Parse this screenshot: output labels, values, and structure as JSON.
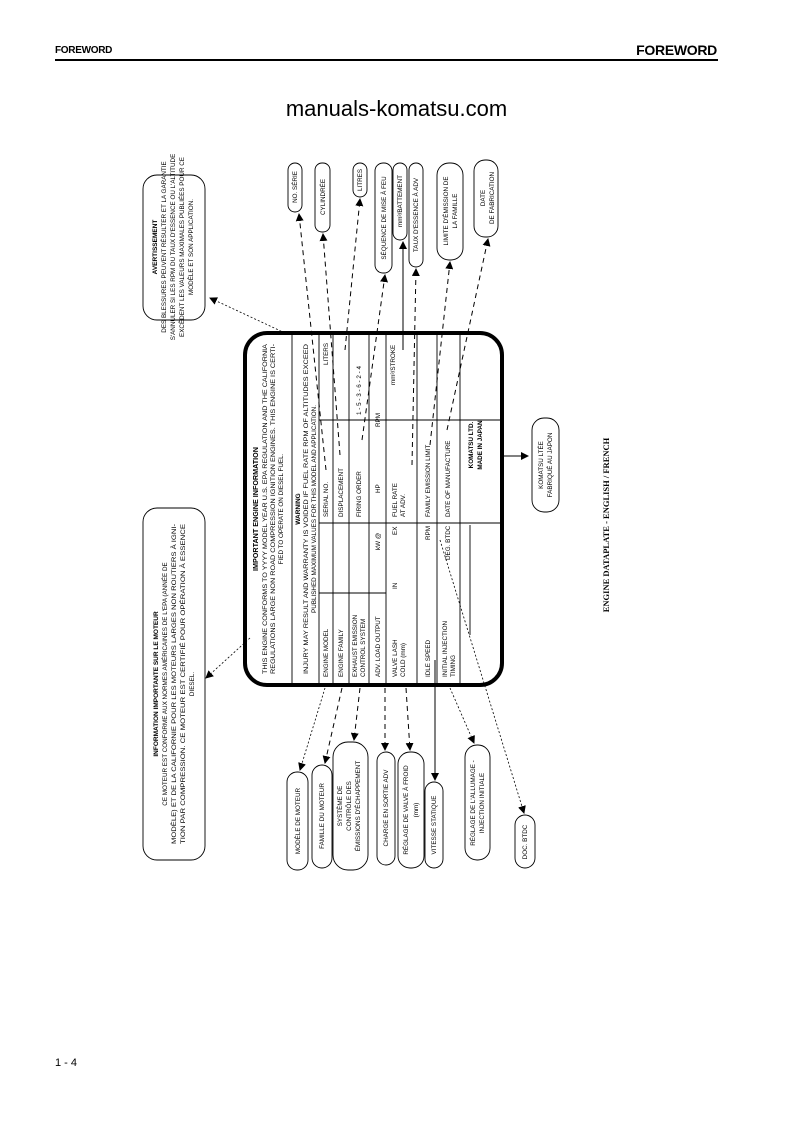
{
  "header": {
    "left": "FOREWORD",
    "right": "FOREWORD"
  },
  "watermark": "manuals-komatsu.com",
  "footer": {
    "page": "1 - 4"
  },
  "figure": {
    "caption": "ENGINE DATAPLATE - ENGLISH / FRENCH",
    "plate": {
      "title": "IMPORTANT ENGINE INFORMATION",
      "intro": [
        "THIS ENGINE CONFORMS TO YYYY MODEL YEAR U.S. EPA REGULATION AND THE CALIFORNIA",
        "REGULATIONS LARGE NON ROAD COMPRESSION IGNITION ENGINES. THIS ENGINE IS CERTI-",
        "FIED TO OPERATE ON DIESEL FUEL."
      ],
      "warning_title": "WARNING",
      "warning": [
        "INJURY MAY RESULT AND WARRANTY IS VOIDED IF FUEL RATE RPM OF ALTITUDES EXCEED",
        "PUBLISHED MAXIMUM VALUES FOR THIS MODEL AND APPLICATION."
      ],
      "fields": {
        "engine_model": "ENGINE MODEL",
        "serial_no": "SERIAL NO.",
        "liters": "LITERS",
        "engine_family": "ENGINE FAMILY",
        "displacement": "DISPLACEMENT",
        "exhaust_1": "EXHAUST EMISSION",
        "exhaust_2": "CONTROL SYSTEM",
        "firing_order": "FIRING ORDER",
        "firing_value": "1 - 5 - 3 - 6 - 2 - 4",
        "adv_load": "ADV. LOAD OUTPUT",
        "kw": "kW @",
        "hp": "HP",
        "rpm": "RPM",
        "valve_1": "VALVE LASH",
        "valve_2": "COLD (mm)",
        "in": "IN",
        "ex": "EX",
        "fuel_1": "FUEL RATE",
        "fuel_2": "AT ADV.",
        "stroke": "mm³/STROKE",
        "idle": "IDLE SPEED",
        "idle_rpm": "RPM",
        "emission_limit": "FAMILY EMISSION LIMIT",
        "timing_1": "INITIAL INJECTION",
        "timing_2": "TIMING",
        "btdc": "DEG. BTDC",
        "date_mfg": "DATE OF MANUFACTURE",
        "maker_1": "KOMATSU LTD.",
        "maker_2": "MADE IN JAPAN"
      }
    },
    "warning_fr": {
      "title": "AVERTISSEMENT",
      "lines": [
        "DES BLESSURES PEUVENT RÉSULTER ET LA GARANTIE",
        "S'ANNULER SI LES RPM DU TAUX D'ESSENCE OU L'ALTITUDE",
        "EXCÈDENT LES VALEURS MAXIMALES PUBLIÉES POUR CE",
        "MODÈLE ET SON APPLICATION."
      ]
    },
    "info_fr": {
      "title": "INFORMATION IMPORTANTE SUR LE MOTEUR",
      "lines": [
        "CE MOTEUR EST CONFORME AUX NORMES AMÉRICAINES DE L'EPA (ANNÉE DE",
        "MODÈLE) ET DE LA CALIFORNIE POUR LES MOTEURS LARGES NON ROUTIERS À IGNI-",
        "TION PAR COMPRESSION. CE MOTEUR EST CERTIFIÉ POUR OPÉRATION À ESSENCE",
        "DIESEL."
      ]
    },
    "callouts_top": [
      {
        "lines": [
          "NO. SÉRIE"
        ]
      },
      {
        "lines": [
          "CYLINDRÉE"
        ]
      },
      {
        "lines": [
          "LITRES"
        ]
      },
      {
        "lines": [
          "SÉQUENCE DE MISE À FEU"
        ]
      },
      {
        "lines": [
          "mm³/BATTEMENT"
        ]
      },
      {
        "lines": [
          "TAUX D'ESSENCE À ADV"
        ]
      },
      {
        "lines": [
          "LIMITE D'ÉMISSION DE",
          "LA FAMILLE"
        ]
      },
      {
        "lines": [
          "DATE",
          "DE FABRICATION"
        ]
      }
    ],
    "callouts_bottom": [
      {
        "lines": [
          "MODÈLE DE MOTEUR"
        ]
      },
      {
        "lines": [
          "FAMILLE DU MOTEUR"
        ]
      },
      {
        "lines": [
          "SYSTÈME DE",
          "CONTRÔLE DES",
          "ÉMISSIONS D'ÉCHAPPEMENT"
        ]
      },
      {
        "lines": [
          "CHARGE EN SORTIE ADV"
        ]
      },
      {
        "lines": [
          "RÉGLAGE DE VALVE À FROID",
          "(mm)"
        ]
      },
      {
        "lines": [
          "VITESSE STATIQUE"
        ]
      },
      {
        "lines": [
          "RÉGLAGE DE L'ALLUMAGE -",
          "INJECTION INITIALE"
        ]
      },
      {
        "lines": [
          "DOC. BTDC"
        ]
      }
    ],
    "maker_fr": {
      "lines": [
        "KOMATSU LTÉE",
        "FABRIQUÉ AU JAPON"
      ]
    }
  }
}
